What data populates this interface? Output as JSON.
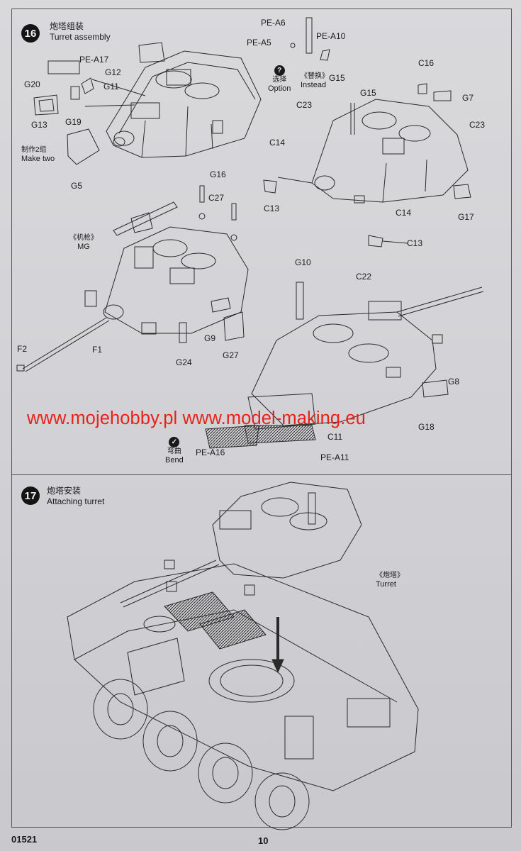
{
  "steps": [
    {
      "number": "16",
      "title_cn": "炮塔组装",
      "title_en": "Turret assembly"
    },
    {
      "number": "17",
      "title_cn": "炮塔安装",
      "title_en": "Attaching turret"
    }
  ],
  "step16": {
    "parts": {
      "pe_a17": "PE-A17",
      "g12": "G12",
      "g20": "G20",
      "g11": "G11",
      "g13": "G13",
      "g19": "G19",
      "g5": "G5",
      "pe_a6": "PE-A6",
      "pe_a5": "PE-A5",
      "pe_a10": "PE-A10",
      "g15_instead": "G15",
      "c16": "C16",
      "g15": "G15",
      "c23_left": "C23",
      "g7": "G7",
      "c23_right": "C23",
      "c14_left": "C14",
      "c13_left": "C13",
      "c14_right": "C14",
      "g17": "G17",
      "c13_right": "C13",
      "g16": "G16",
      "c27": "C27",
      "f2": "F2",
      "f1": "F1",
      "g24": "G24",
      "g9": "G9",
      "g27": "G27",
      "g10": "G10",
      "c22": "C22",
      "g8": "G8",
      "g18": "G18",
      "c11": "C11",
      "pe_a16": "PE-A16",
      "pe_a11": "PE-A11"
    },
    "notes": {
      "make_two_cn": "制作2组",
      "make_two_en": "Make two",
      "option_cn": "选择",
      "option_en": "Option",
      "instead_cn": "《替换》",
      "instead_en": "Instead",
      "mg_cn": "《机枪》",
      "mg_en": "MG",
      "bend_cn": "弯曲",
      "bend_en": "Bend",
      "option_icon": "?"
    }
  },
  "step17": {
    "turret_cn": "《炮塔》",
    "turret_en": "Turret"
  },
  "watermark": "www.mojehobby.pl www.model-making.eu",
  "footer": {
    "code": "01521",
    "page": "10"
  },
  "colors": {
    "watermark": "#e8221b",
    "badge": "#141414"
  }
}
